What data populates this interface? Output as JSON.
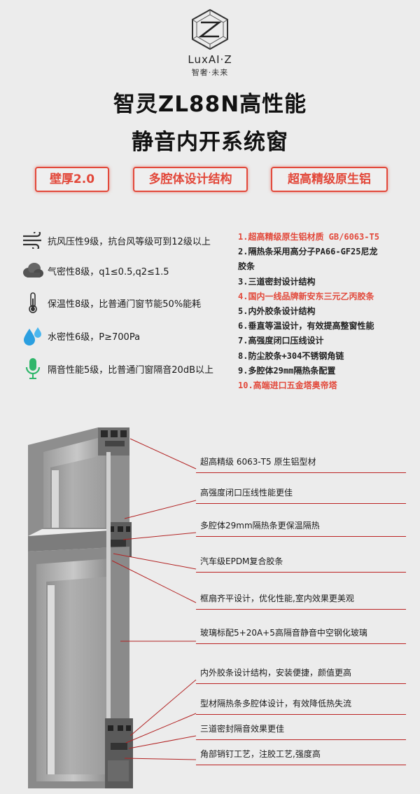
{
  "brand": {
    "name": "LuxAI·Z",
    "tagline": "智奢·未来"
  },
  "title": {
    "line1": "智灵ZL88N高性能",
    "line2": "静音内开系统窗"
  },
  "tags": [
    "壁厚2.0",
    "多腔体设计结构",
    "超高精级原生铝"
  ],
  "features": [
    {
      "icon": "wind-icon",
      "text": "抗风压性9级，抗台风等级可到12级以上"
    },
    {
      "icon": "cloud-icon",
      "text": "气密性8级，q1≤0.5,q2≤1.5"
    },
    {
      "icon": "thermometer-icon",
      "text": "保温性8级，比普通门窗节能50%能耗"
    },
    {
      "icon": "water-drop-icon",
      "text": "水密性6级，P≥700Pa"
    },
    {
      "icon": "microphone-icon",
      "text": "隔音性能5级，比普通门窗隔音20dB以上"
    }
  ],
  "specs": [
    {
      "text": "1.超高精级原生铝材质 GB/6063-T5",
      "color": "#e2483a"
    },
    {
      "text": "2.隔热条采用高分子PA66-GF25尼龙",
      "color": "#222222"
    },
    {
      "text": "胶条",
      "color": "#222222"
    },
    {
      "text": "3.三道密封设计结构",
      "color": "#222222"
    },
    {
      "text": "4.国内一线品牌新安东三元乙丙胶条",
      "color": "#e2483a"
    },
    {
      "text": "5.内外胶条设计结构",
      "color": "#222222"
    },
    {
      "text": "6.垂直等温设计，有效提高整窗性能",
      "color": "#222222"
    },
    {
      "text": "7.高强度闭口压线设计",
      "color": "#222222"
    },
    {
      "text": "8.防尘胶条+304不锈钢角链",
      "color": "#222222"
    },
    {
      "text": "9.多腔体29mm隔热条配置",
      "color": "#222222"
    },
    {
      "text": "10.高端进口五金塔奥帝塔",
      "color": "#e2483a"
    }
  ],
  "callouts": [
    "超高精级  6063-T5  原生铝型材",
    "高强度闭口压线性能更佳",
    "多腔体29mm隔热条更保温隔热",
    "汽车级EPDM复合胶条",
    "框扇齐平设计，优化性能,室内效果更美观",
    "玻璃标配5+20A+5高隔音静音中空钢化玻璃",
    "内外胶条设计结构，安装便捷，颜值更高",
    "型材隔热条多腔体设计，有效降低热失流",
    "三道密封隔音效果更佳",
    "角部销钉工艺，注胶工艺,强度高"
  ],
  "colors": {
    "accent": "#e2483a",
    "background": "#ececec",
    "leader": "#b22222"
  }
}
